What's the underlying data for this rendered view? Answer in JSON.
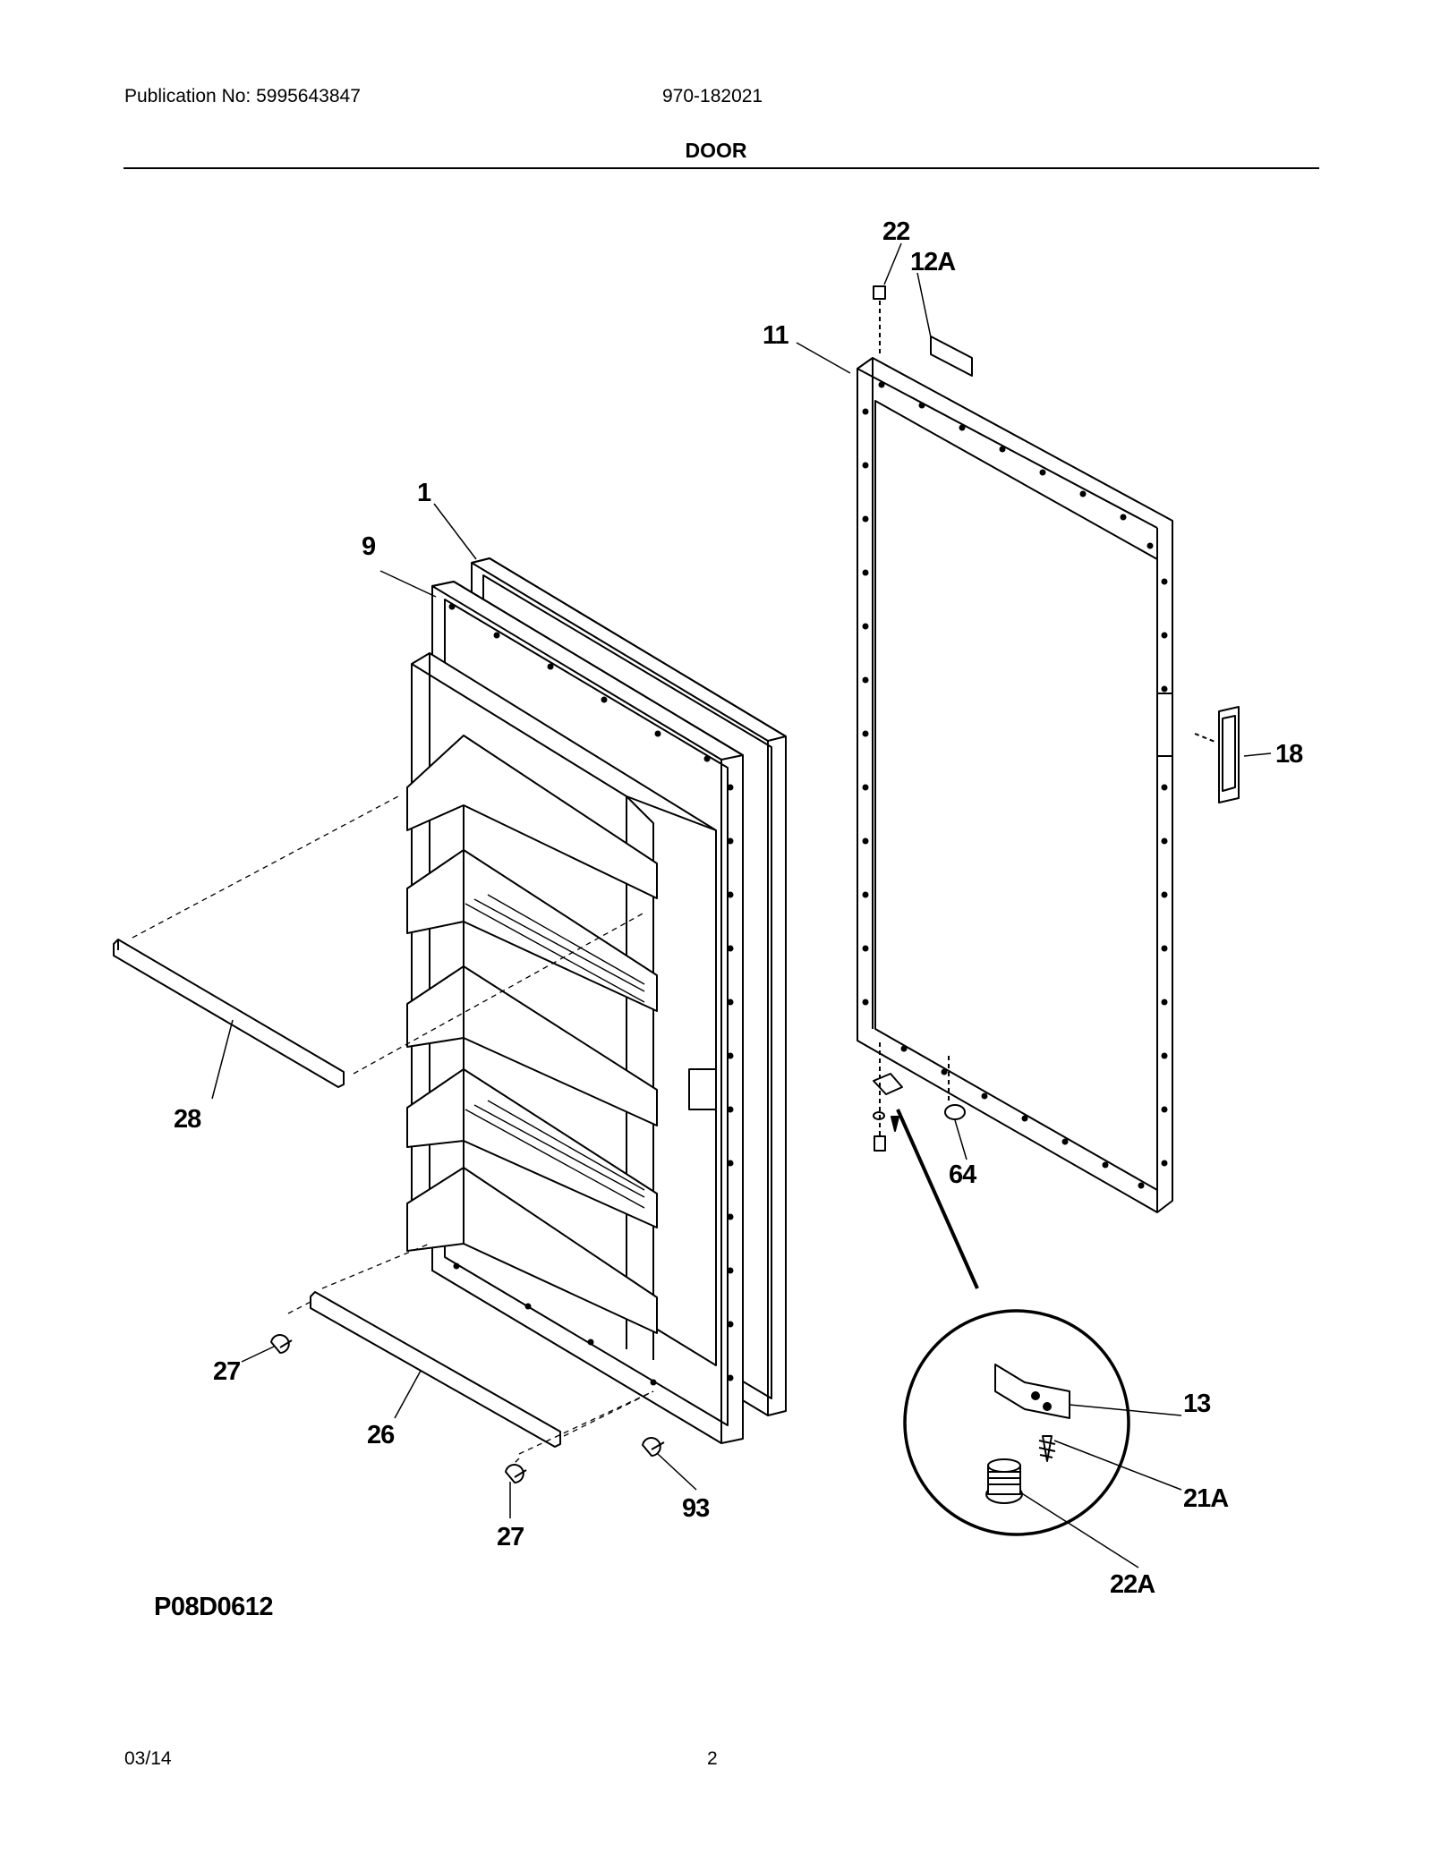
{
  "header": {
    "publication": "Publication No: 5995643847",
    "model": "970-182021",
    "section_title": "DOOR"
  },
  "callouts": {
    "c1": "1",
    "c9": "9",
    "c11": "11",
    "c12a": "12A",
    "c13": "13",
    "c18": "18",
    "c21a": "21A",
    "c22": "22",
    "c22a": "22A",
    "c26": "26",
    "c27a": "27",
    "c27b": "27",
    "c28": "28",
    "c64": "64",
    "c93": "93"
  },
  "drawing_code": "P08D0612",
  "footer": {
    "date": "03/14",
    "page": "2"
  }
}
